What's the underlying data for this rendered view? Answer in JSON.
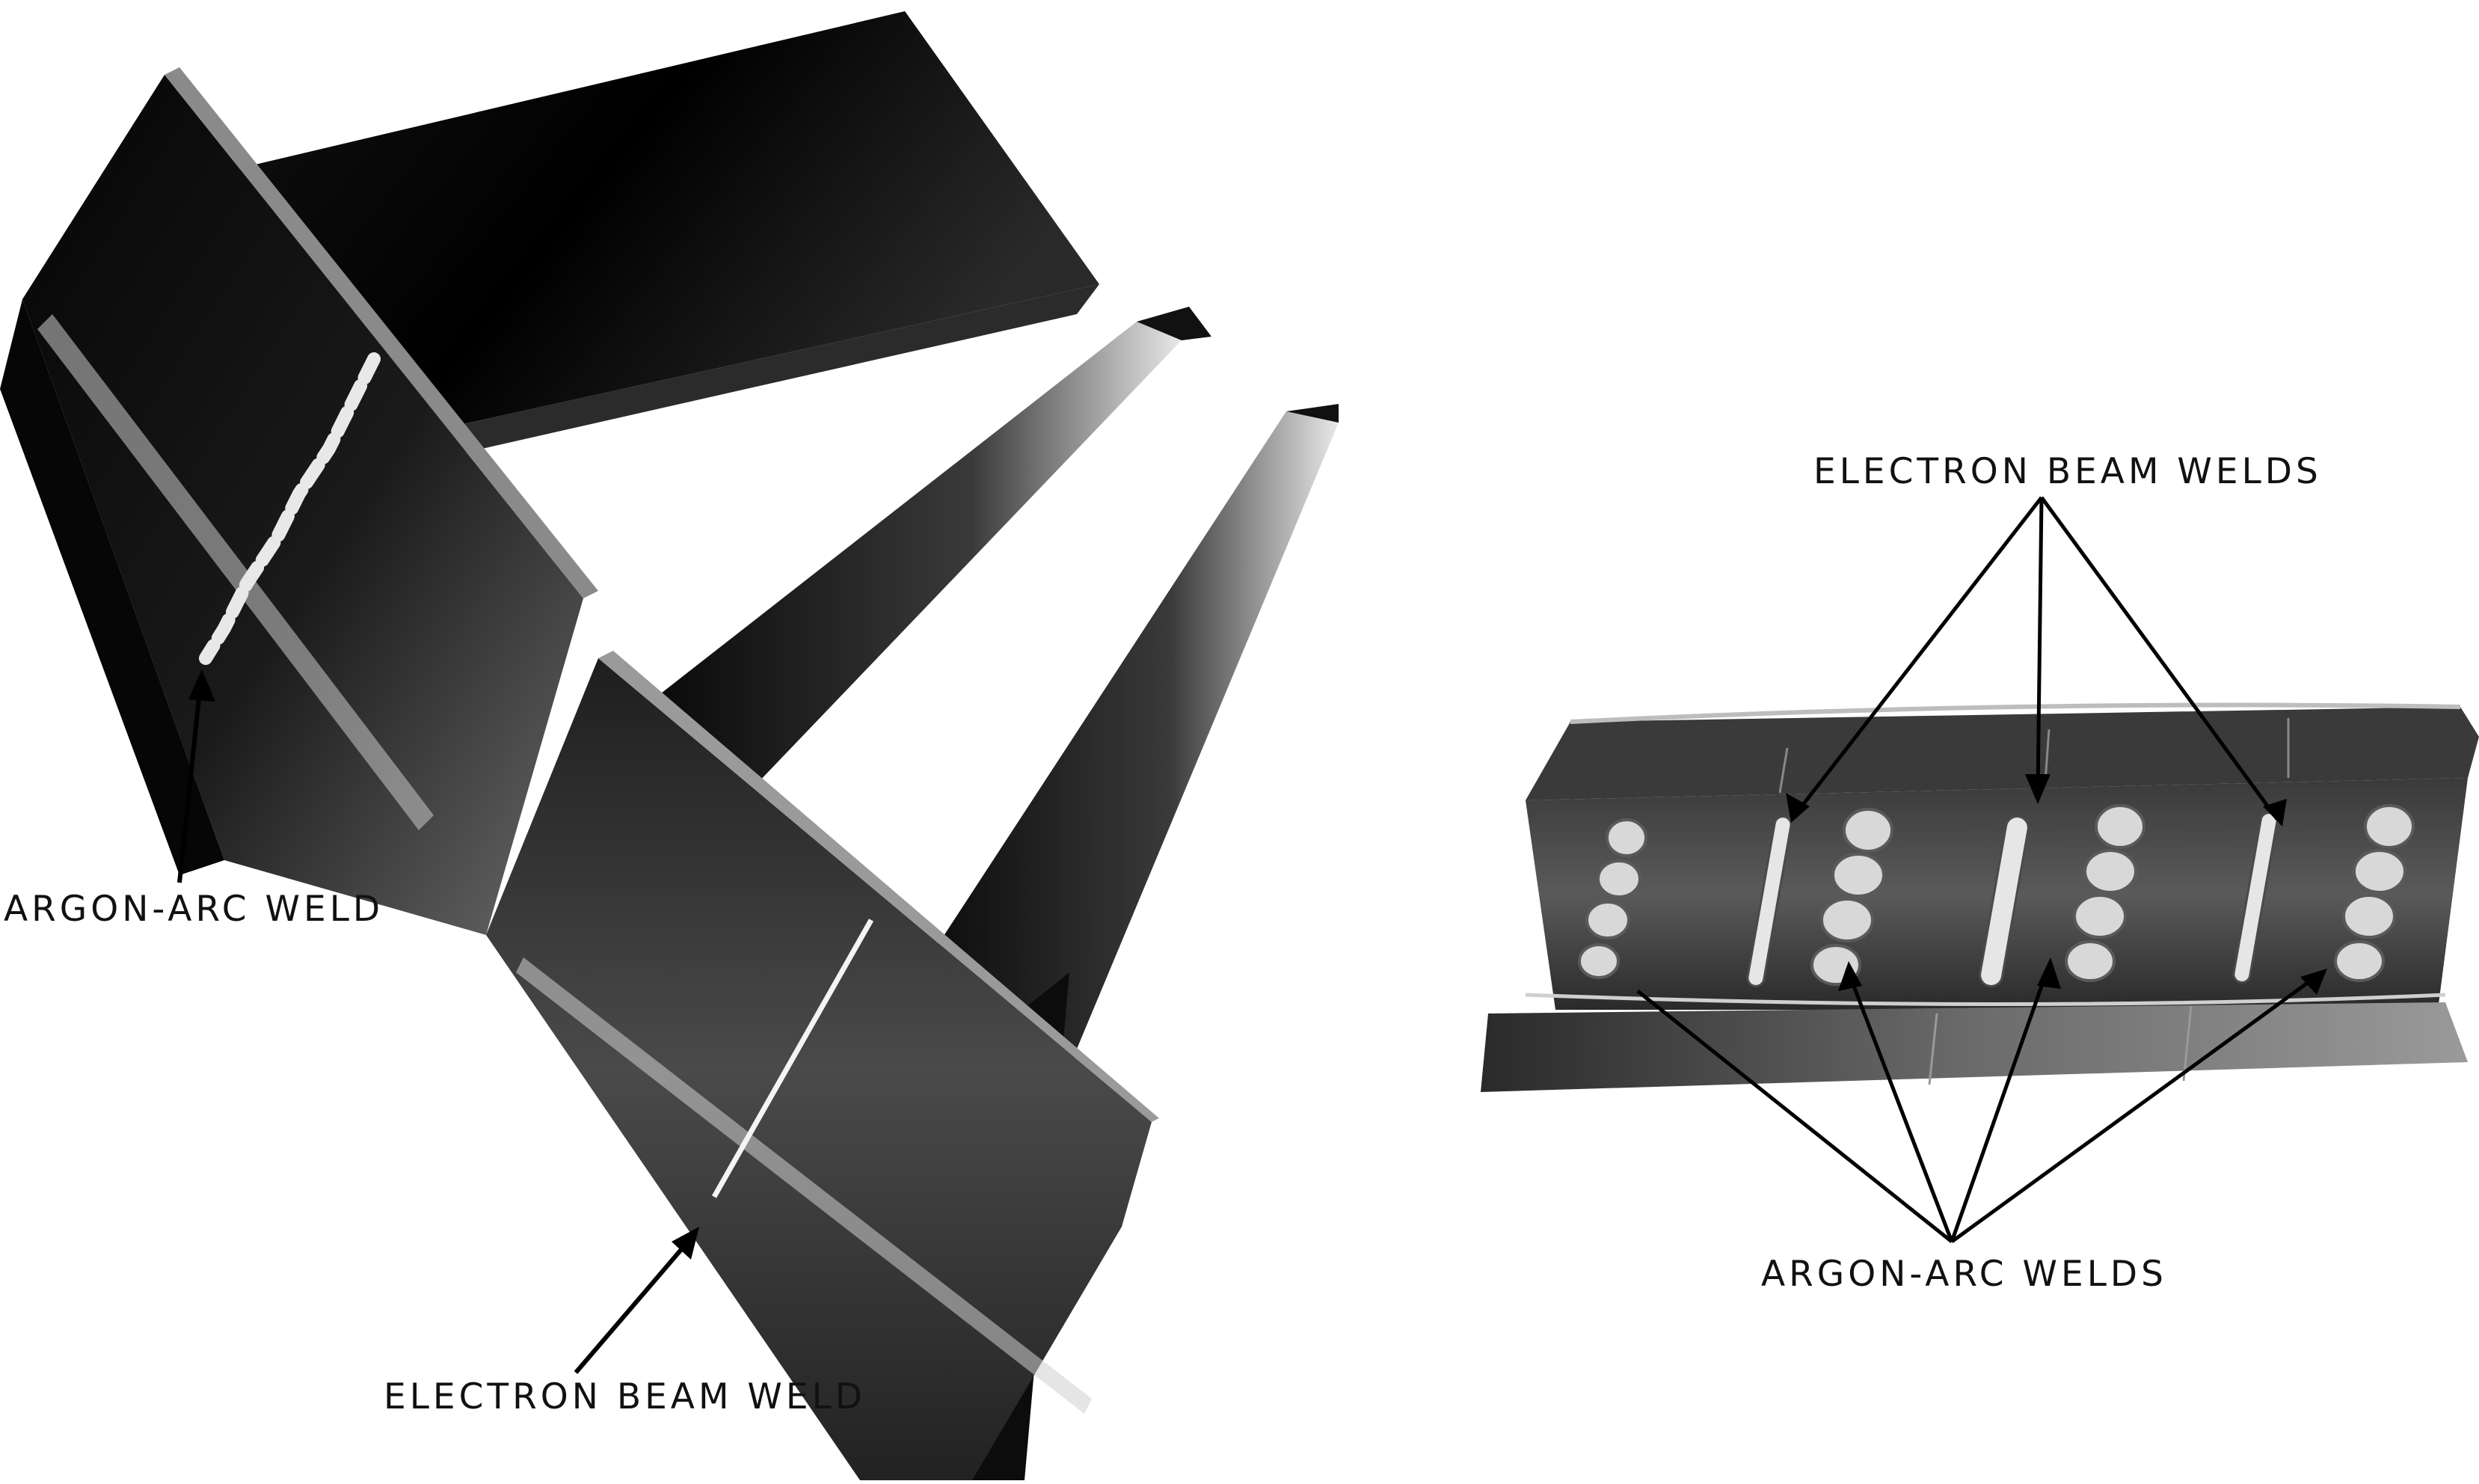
{
  "photos": [
    {
      "name": "vane-assembly-photo",
      "callouts": [
        "ARGON-ARC WELD",
        "ELECTRON BEAM WELD"
      ]
    },
    {
      "name": "ring-segment-photo",
      "callouts": [
        "ELECTRON BEAM WELDS",
        "ARGON-ARC WELDS"
      ]
    }
  ],
  "labels": {
    "argon_arc_weld": "ARGON-ARC WELD",
    "electron_beam_weld": "ELECTRON BEAM WELD",
    "electron_beam_welds": "ELECTRON BEAM WELDS",
    "argon_arc_welds": "ARGON-ARC WELDS"
  }
}
